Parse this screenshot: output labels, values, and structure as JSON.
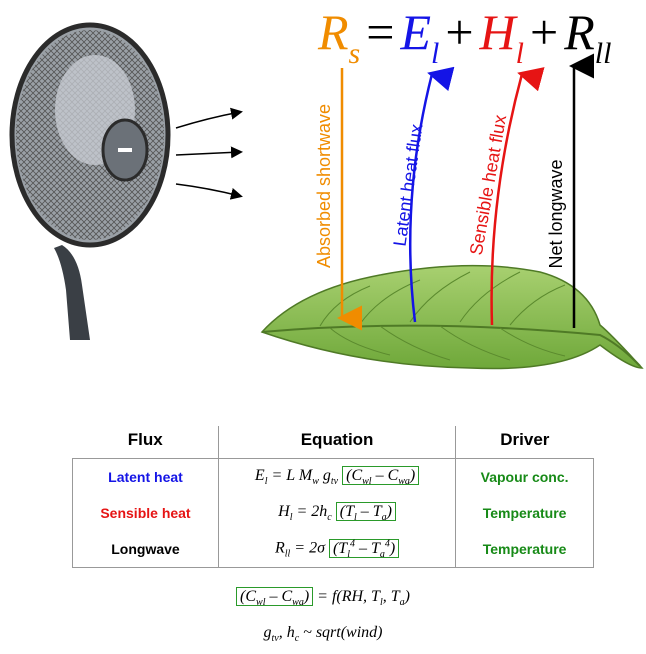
{
  "equation": {
    "lhs": "R",
    "lhs_sub": "s",
    "eq": "=",
    "plus": "+",
    "t1": "E",
    "t1_sub": "l",
    "t2": "H",
    "t2_sub": "l",
    "t3": "R",
    "t3_sub": "ll"
  },
  "arrows": {
    "shortwave": "Absorbed shortwave",
    "latent": "Latent heat flux",
    "sensible": "Sensible heat flux",
    "longwave": "Net longwave"
  },
  "colors": {
    "shortwave": "#f08c00",
    "latent": "#1414e6",
    "sensible": "#e61414",
    "longwave": "#000000",
    "driver": "#178a17",
    "box": "#2a9a2a"
  },
  "table": {
    "headers": [
      "Flux",
      "Equation",
      "Driver"
    ],
    "rows": [
      {
        "flux": "Latent heat",
        "driver": "Vapour conc."
      },
      {
        "flux": "Sensible heat",
        "driver": "Temperature"
      },
      {
        "flux": "Longwave",
        "driver": "Temperature"
      }
    ]
  },
  "equations": {
    "latent_lhs": "E",
    "latent_lhs_sub": "l",
    "latent_mid": "= L M",
    "latent_mw_sub": "w",
    "latent_g": "g",
    "latent_g_sub": "tv",
    "latent_box_a": "C",
    "latent_box_a_sub": "wl",
    "latent_box_b": "C",
    "latent_box_b_sub": "wa",
    "sens_lhs": "H",
    "sens_lhs_sub": "l",
    "sens_mid": "= 2h",
    "sens_mid_sub": "c",
    "sens_box_a": "T",
    "sens_box_a_sub": "l",
    "sens_box_b": "T",
    "sens_box_b_sub": "a",
    "lw_lhs": "R",
    "lw_lhs_sub": "ll",
    "lw_mid": "= 2σ",
    "lw_box_a": "T",
    "lw_box_a_sub": "l",
    "lw_box_a_sup": "4",
    "lw_box_b": "T",
    "lw_box_b_sub": "a",
    "lw_box_b_sup": "4"
  },
  "footnotes": {
    "f1_a": "C",
    "f1_a_sub": "wl",
    "f1_b": "C",
    "f1_b_sub": "wa",
    "f1_rest": "= f(RH, T",
    "f1_tl_sub": "l",
    "f1_comma": ", T",
    "f1_ta_sub": "a",
    "f1_close": ")",
    "f2_g": "g",
    "f2_g_sub": "tv",
    "f2_comma": ", h",
    "f2_h_sub": "c",
    "f2_rest": " ~ sqrt(wind)"
  }
}
